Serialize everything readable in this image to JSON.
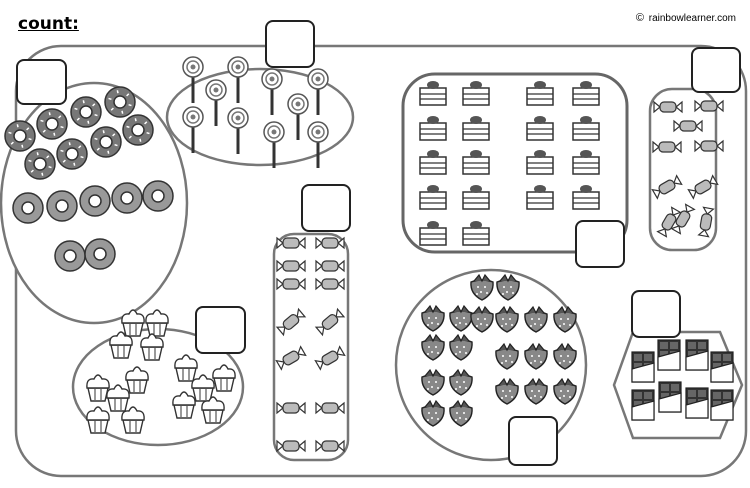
{
  "worksheet": {
    "title": "count:",
    "brand": {
      "copyright": "©",
      "name": "rainbowlearner.com"
    }
  },
  "groups": [
    {
      "name": "donuts",
      "count": 15
    },
    {
      "name": "lollipops",
      "count": 10
    },
    {
      "name": "cake-slices",
      "count": 18
    },
    {
      "name": "candies-right",
      "count": 10
    },
    {
      "name": "candies-middle",
      "count": 14
    },
    {
      "name": "cupcakes",
      "count": 14
    },
    {
      "name": "strawberries",
      "count": 20
    },
    {
      "name": "chocolate-bars",
      "count": 8
    }
  ],
  "answer_boxes": [
    {
      "for": "donuts",
      "value": ""
    },
    {
      "for": "lollipops",
      "value": ""
    },
    {
      "for": "cake-slices",
      "value": ""
    },
    {
      "for": "candies-right",
      "value": ""
    },
    {
      "for": "candies-middle",
      "value": ""
    },
    {
      "for": "cupcakes",
      "value": ""
    },
    {
      "for": "strawberries",
      "value": ""
    },
    {
      "for": "chocolate-bars",
      "value": ""
    }
  ],
  "colors": {
    "outline": "#666666",
    "fill": "#999999",
    "dark": "#333333"
  }
}
